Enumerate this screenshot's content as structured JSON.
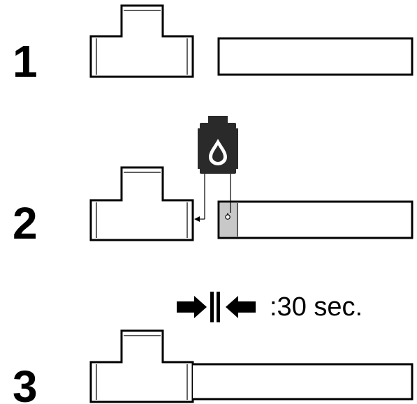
{
  "steps": [
    {
      "number": "1"
    },
    {
      "number": "2"
    },
    {
      "number": "3"
    }
  ],
  "press_time": ":30 sec.",
  "icons": {
    "cement_can": "solvent-cement-can-icon",
    "drop": "liquid-drop-icon",
    "press_arrows": "press-together-arrows-icon"
  },
  "colors": {
    "ink": "#000000",
    "background": "#ffffff",
    "cement_coat": "#c8c8c8",
    "can_body": "#2a2a2a"
  }
}
